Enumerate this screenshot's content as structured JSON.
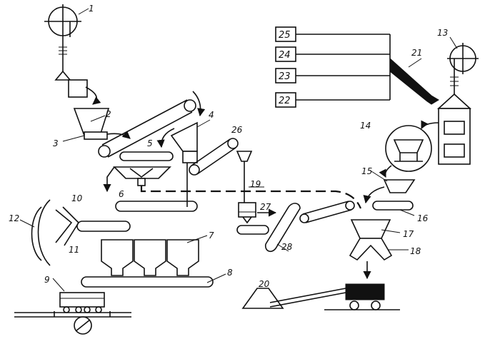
{
  "diagram": {
    "labels": {
      "n1": "1",
      "n2": "2",
      "n3": "3",
      "n4": "4",
      "n5": "5",
      "n6": "6",
      "n7": "7",
      "n8": "8",
      "n9": "9",
      "n10": "10",
      "n11": "11",
      "n12": "12",
      "n13": "13",
      "n14": "14",
      "n15": "15",
      "n16": "16",
      "n17": "17",
      "n18": "18",
      "n19": "19",
      "n20": "20",
      "n21": "21",
      "n26": "26",
      "n27": "27",
      "n28": "28"
    },
    "control_boxes": [
      "25",
      "24",
      "23",
      "22"
    ]
  }
}
